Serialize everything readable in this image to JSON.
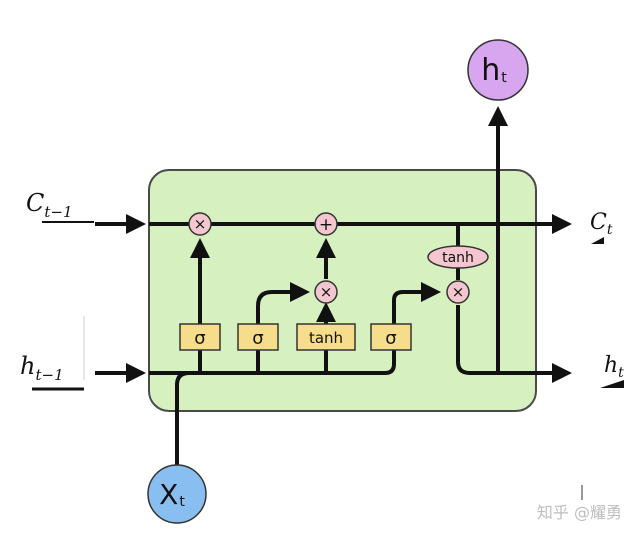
{
  "inputs": {
    "cell_prev": {
      "base": "C",
      "sub": "t−1"
    },
    "hidden_prev": {
      "base": "h",
      "sub": "t−1"
    },
    "x": {
      "base": "X",
      "sub": "t"
    }
  },
  "outputs": {
    "cell": {
      "base": "C",
      "sub": "t"
    },
    "hidden_right": {
      "base": "h",
      "sub": "t"
    },
    "hidden_top": {
      "base": "h",
      "sub": "t"
    }
  },
  "ops": {
    "forget_mult": "×",
    "add": "+",
    "input_mult": "×",
    "output_mult": "×",
    "cell_tanh": "tanh"
  },
  "gates": {
    "forget": "σ",
    "input": "σ",
    "candidate": "tanh",
    "output": "σ"
  },
  "watermark": "知乎 @耀勇",
  "colors": {
    "cell_fill": "#d6f0c0",
    "cell_stroke": "#4a4a4a",
    "gate_fill": "#f5dd8c",
    "op_fill": "#f4c6cf",
    "x_fill": "#88bef0",
    "h_fill": "#d7a6ef",
    "line": "#111111",
    "watermark": "#bdbdbd"
  }
}
